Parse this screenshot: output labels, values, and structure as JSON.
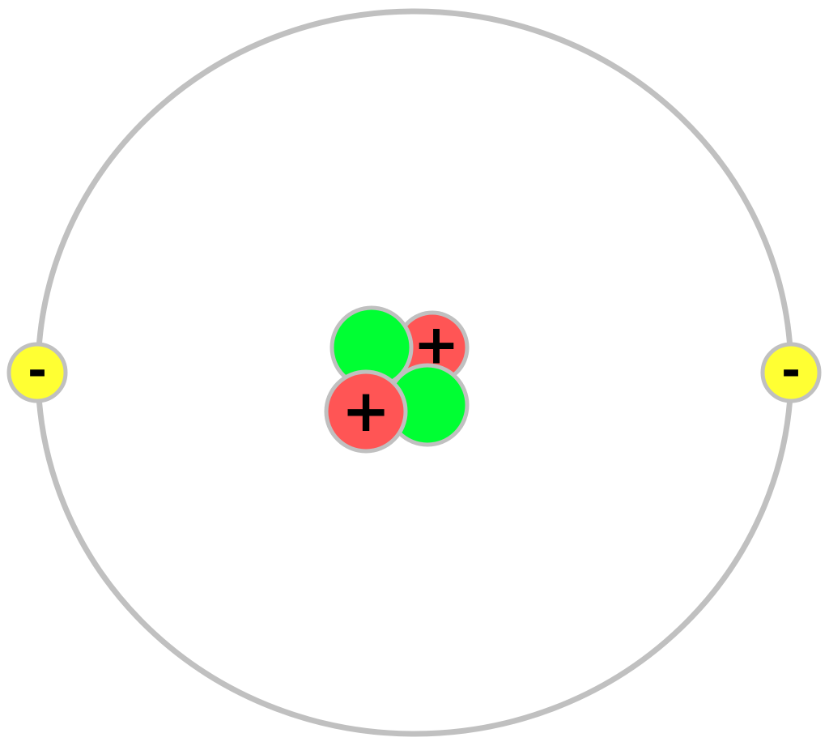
{
  "diagram": {
    "subject": "helium-atom",
    "colors": {
      "orbit": "#c0c0c0",
      "particle_outline": "#c0c0c0",
      "proton": "#ff5555",
      "neutron": "#00ff33",
      "electron": "#ffff33",
      "sign_text": "#000000",
      "background": "#ffffff"
    },
    "nucleus": {
      "neutron_1": {
        "kind": "neutron",
        "label": ""
      },
      "proton_1": {
        "kind": "proton",
        "label": "+"
      },
      "neutron_2": {
        "kind": "neutron",
        "label": ""
      },
      "proton_2": {
        "kind": "proton",
        "label": "+"
      }
    },
    "electrons": {
      "left": {
        "kind": "electron",
        "label": "-"
      },
      "right": {
        "kind": "electron",
        "label": "-"
      }
    },
    "counts": {
      "protons": 2,
      "neutrons": 2,
      "electrons": 2
    }
  }
}
